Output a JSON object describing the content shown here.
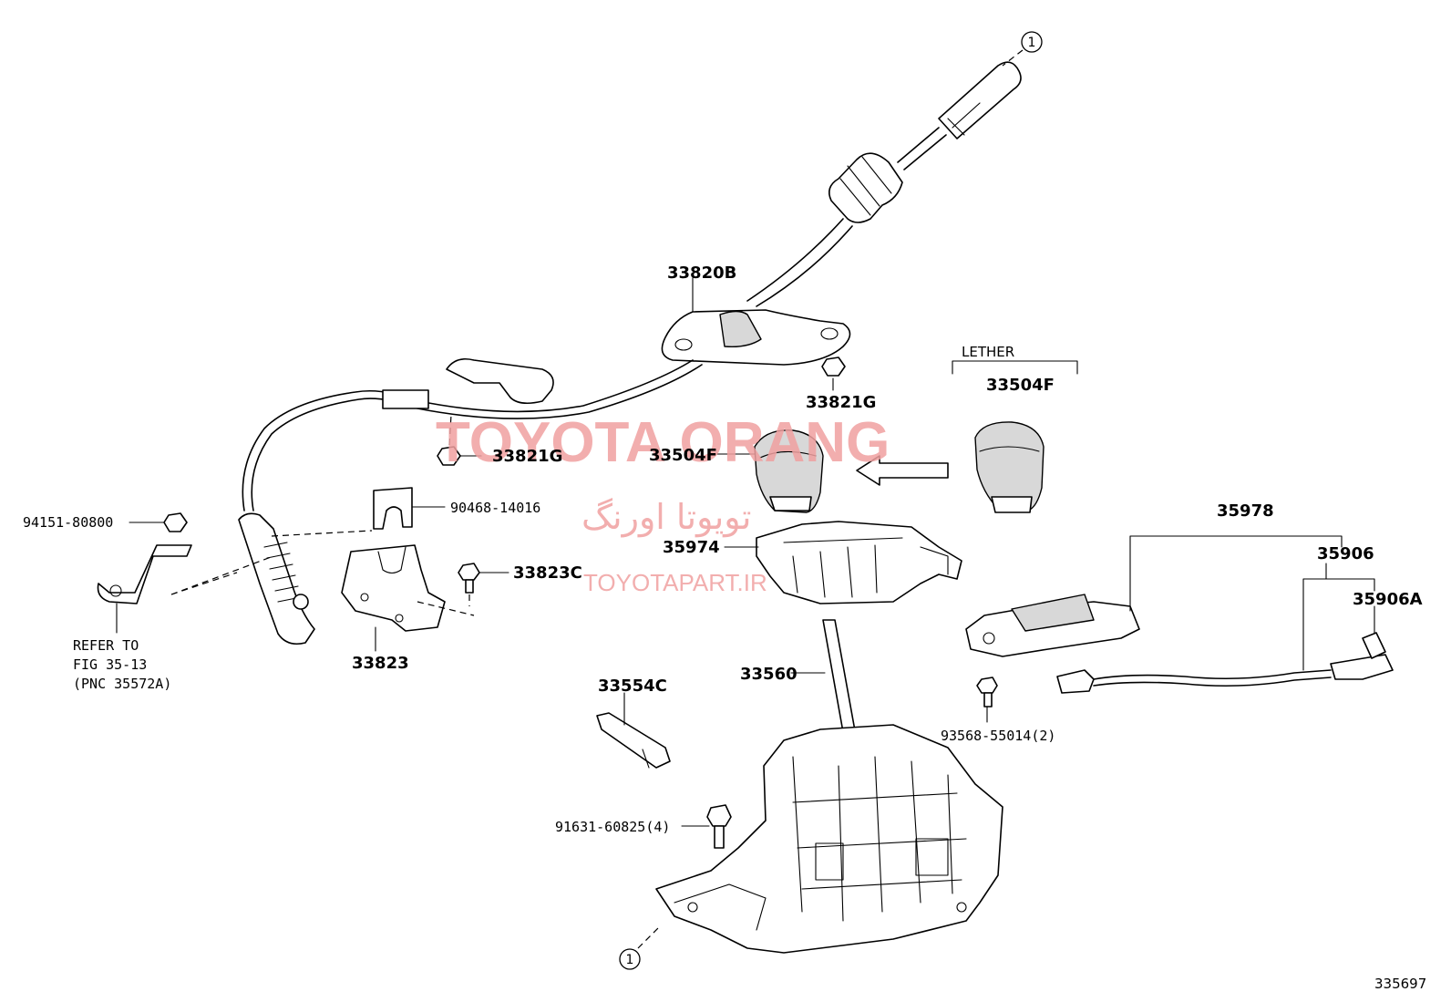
{
  "diagram": {
    "ref_marker": "1",
    "diagram_number": "335697",
    "labels": {
      "p33820B": "33820B",
      "p33821G_top": "33821G",
      "p33821G_left": "33821G",
      "p33504F_center": "33504F",
      "p33504F_right": "33504F",
      "lether": "LETHER",
      "p94151": "94151-80800",
      "p90468": "90468-14016",
      "p33823C": "33823C",
      "p33974": "35974",
      "p35978": "35978",
      "p35906": "35906",
      "p35906A": "35906A",
      "p33823": "33823",
      "refer_line1": "REFER TO",
      "refer_line2": "FIG 35-13",
      "refer_line3": "(PNC 35572A)",
      "p33554C": "33554C",
      "p33560": "33560",
      "p93568": "93568-55014(2)",
      "p91631": "91631-60825(4)"
    },
    "watermark": {
      "main": "TOYOTA ORANG",
      "persian": "تویوتا اورنگ",
      "site": "TOYOTAPART.IR"
    }
  }
}
